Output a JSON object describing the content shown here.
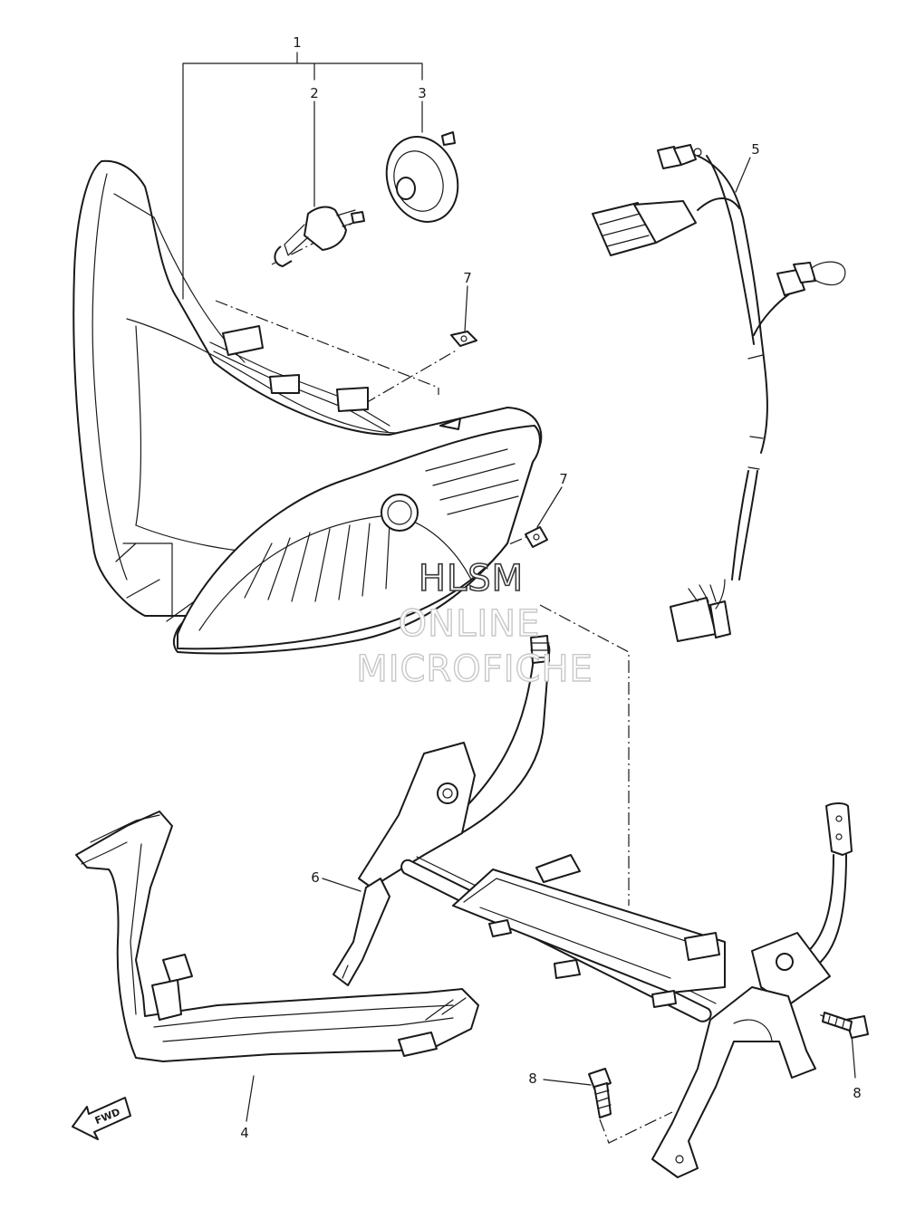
{
  "callouts": {
    "c1": "1",
    "c2": "2",
    "c3": "3",
    "c4": "4",
    "c5": "5",
    "c6": "6",
    "c7a": "7",
    "c7b": "7",
    "c8a": "8",
    "c8b": "8"
  },
  "watermark": {
    "line1": "HLSM",
    "line2": "ONLINE",
    "line3": "MICROFICHE"
  },
  "fwd_arrow": {
    "label": "FWD"
  }
}
